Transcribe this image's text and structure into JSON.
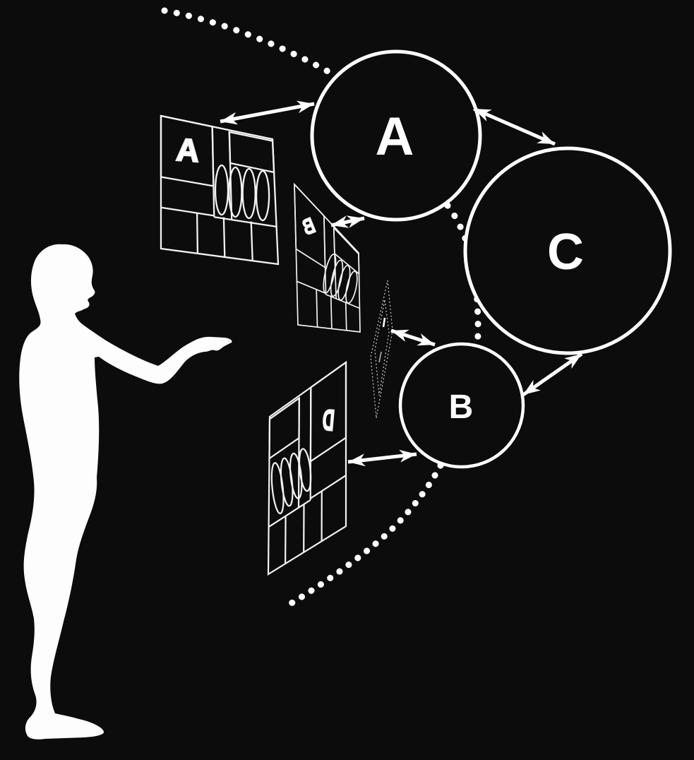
{
  "colors": {
    "background": "#0c0c0c",
    "line": "#ffffff"
  },
  "nodes": {
    "A": {
      "label": "A"
    },
    "B": {
      "label": "B"
    },
    "C": {
      "label": "C"
    }
  },
  "screens": {
    "front": {
      "label": "A"
    },
    "side": {
      "label": "B",
      "mirrored": true
    },
    "lower": {
      "label": "D",
      "mirrored": true
    }
  },
  "icons": {
    "person": "person-pointing-silhouette"
  }
}
